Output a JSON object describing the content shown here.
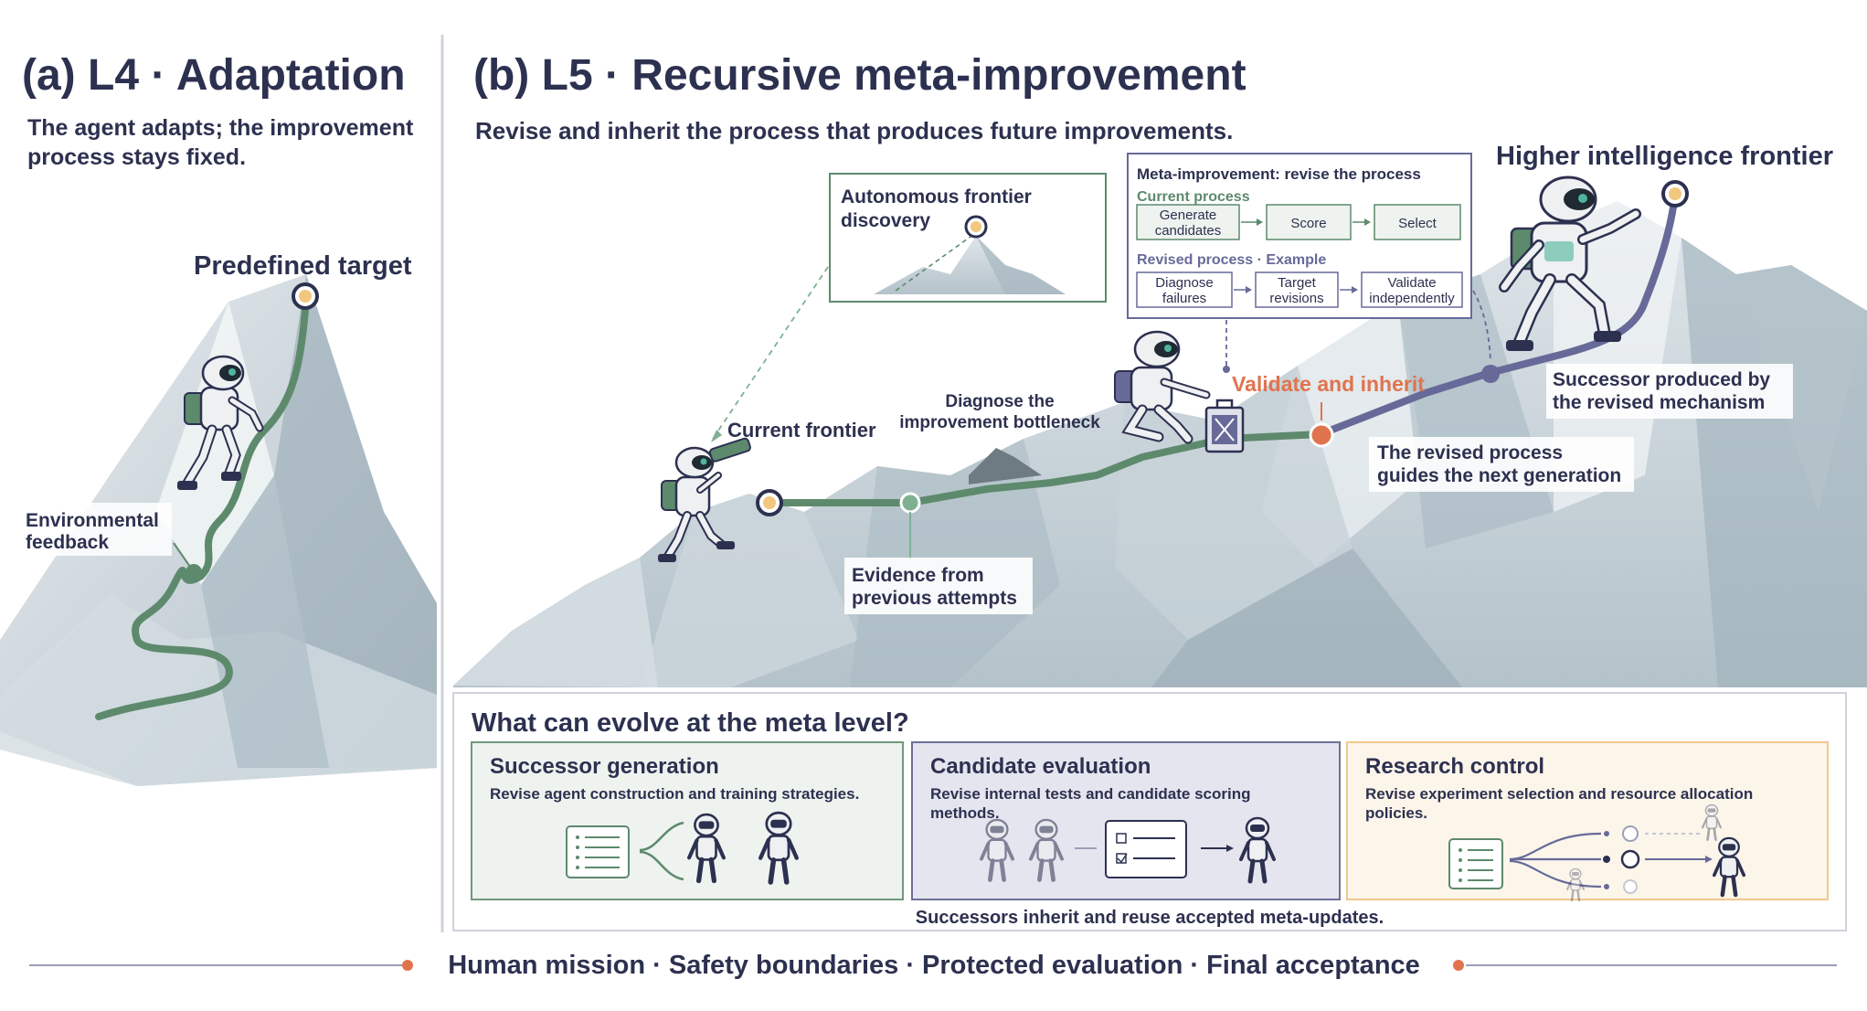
{
  "panel_a": {
    "title": "(a) L4 · Adaptation",
    "subtitle_line1": "The agent adapts; the improvement",
    "subtitle_line2": "process stays fixed.",
    "target_label": "Predefined target",
    "feedback_line1": "Environmental",
    "feedback_line2": "feedback"
  },
  "panel_b": {
    "title": "(b) L5 · Recursive meta-improvement",
    "subtitle": "Revise and inherit the process that produces future improvements.",
    "frontier_box_line1": "Autonomous frontier",
    "frontier_box_line2": "discovery",
    "current_frontier": "Current frontier",
    "diagnose_line1": "Diagnose the",
    "diagnose_line2": "improvement bottleneck",
    "evidence_line1": "Evidence from",
    "evidence_line2": "previous attempts",
    "validate_label": "Validate and inherit",
    "revised_guides_line1": "The revised process",
    "revised_guides_line2": "guides the next generation",
    "successor_line1": "Successor produced by",
    "successor_line2": "the revised mechanism",
    "higher_frontier": "Higher intelligence frontier",
    "meta_box": {
      "title": "Meta-improvement: revise the process",
      "current_label": "Current process",
      "current_steps": [
        {
          "line1": "Generate",
          "line2": "candidates"
        },
        {
          "line1": "Score",
          "line2": ""
        },
        {
          "line1": "Select",
          "line2": ""
        }
      ],
      "revised_label": "Revised process · Example",
      "revised_steps": [
        {
          "line1": "Diagnose",
          "line2": "failures"
        },
        {
          "line1": "Target",
          "line2": "revisions"
        },
        {
          "line1": "Validate",
          "line2": "independently"
        }
      ]
    }
  },
  "meta_level": {
    "title": "What can evolve at the meta level?",
    "cards": [
      {
        "title": "Successor generation",
        "desc_line1": "Revise agent construction and training strategies.",
        "desc_line2": "",
        "bg": "#eef3ef",
        "border": "#6e9a7c"
      },
      {
        "title": "Candidate evaluation",
        "desc_line1": "Revise internal tests and candidate scoring",
        "desc_line2": "methods.",
        "bg": "#e4e5ee",
        "border": "#6d7096"
      },
      {
        "title": "Research control",
        "desc_line1": "Revise experiment selection and resource allocation",
        "desc_line2": "policies.",
        "bg": "#fcf5ea",
        "border": "#f0c88e"
      }
    ],
    "footer": "Successors inherit and reuse accepted meta-updates."
  },
  "bottom_banner": "Human mission · Safety boundaries · Protected evaluation · Final acceptance",
  "colors": {
    "green": "#5d8a6c",
    "purple": "#676a98",
    "orange": "#e0734e",
    "gold": "#f2c77e",
    "dark": "#2d3150",
    "rock": "#b9c6cd"
  }
}
